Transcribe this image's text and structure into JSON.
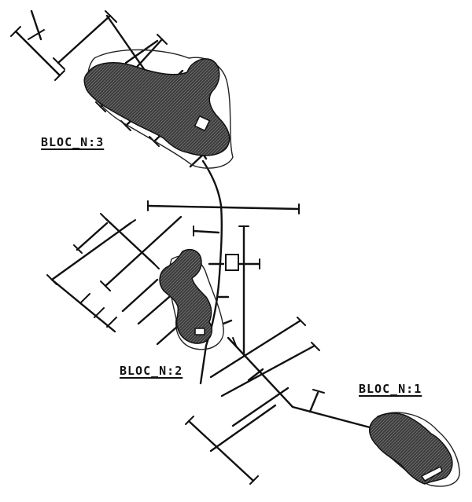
{
  "labels": {
    "bloc_3": "BLOC_N:3",
    "bloc_2": "BLOC_N:2",
    "bloc_1": "BLOC_N:1"
  },
  "colors": {
    "ink": "#111111",
    "background": "#ffffff"
  }
}
